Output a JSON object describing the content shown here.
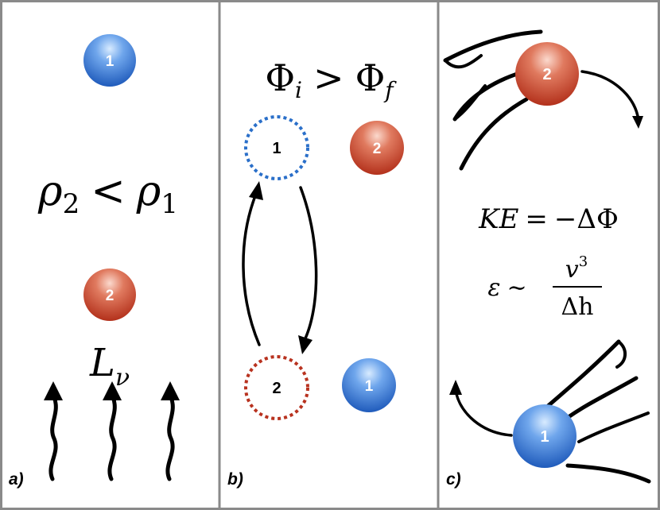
{
  "panels": {
    "a": {
      "label": "a)",
      "top_ball": "1",
      "density_relation": {
        "rho1": "ρ",
        "sub1": "2",
        "op": "<",
        "rho2": "ρ",
        "sub2": "1"
      },
      "bottom_ball": "2",
      "luminosity": {
        "symbol": "L",
        "subscript": "ν"
      }
    },
    "b": {
      "label": "b)",
      "potential_relation": {
        "phi1": "Φ",
        "sub1": "i",
        "op": ">",
        "phi2": "Φ",
        "sub2": "f"
      },
      "ring_top": "1",
      "ball_top": "2",
      "ring_bottom": "2",
      "ball_bottom": "1"
    },
    "c": {
      "label": "c)",
      "top_ball": "2",
      "bottom_ball": "1",
      "energy_eq": {
        "lhs": "KE",
        "eq": "=",
        "rhs": "−ΔΦ"
      },
      "dissipation": {
        "eps": "ε",
        "sim": "∼",
        "num_base": "v",
        "num_exp": "3",
        "den": "Δh"
      }
    }
  },
  "colors": {
    "ball1": "#2e6fd0",
    "ball2": "#c23a22",
    "ring1": "#2a6fc9",
    "ring2": "#b8321f",
    "border": "#8a8a8a"
  }
}
